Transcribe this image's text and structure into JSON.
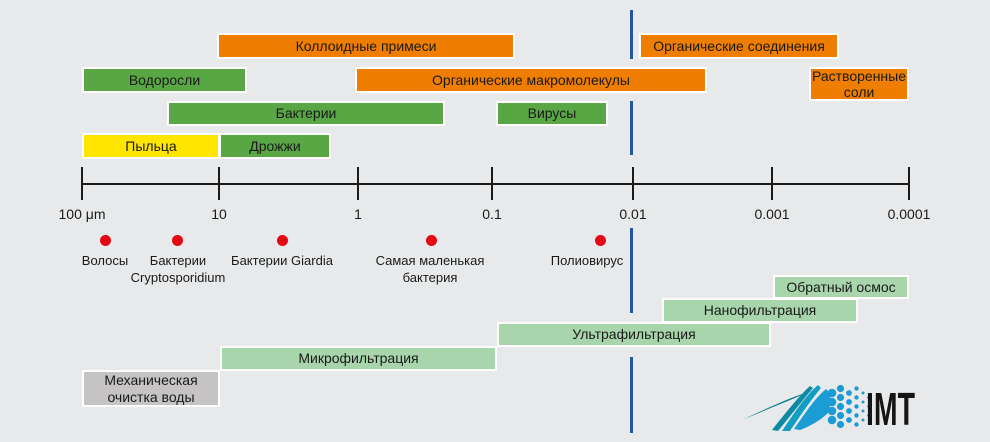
{
  "colors": {
    "background": "#e8e9ea",
    "orange": "#ee7d00",
    "green": "#58a744",
    "yellow": "#ffe500",
    "light_green": "#a8d5ab",
    "gray": "#c5c3c3",
    "blue_line": "#2456a4",
    "red_dot": "#e30613",
    "axis_black": "#1a1a1a",
    "logo_teal": "#0d7f93",
    "logo_blue": "#1b9cd4"
  },
  "axis": {
    "ticks": [
      {
        "label": "100 μm"
      },
      {
        "label": "10"
      },
      {
        "label": "1"
      },
      {
        "label": "0.1"
      },
      {
        "label": "0.01"
      },
      {
        "label": "0.001"
      },
      {
        "label": "0.0001"
      }
    ]
  },
  "substance_bars": [
    {
      "label": "Коллоидные примеси",
      "color": "orange"
    },
    {
      "label": "Органические соединения",
      "color": "orange"
    },
    {
      "label": "Водоросли",
      "color": "green"
    },
    {
      "label": "Органические макромолекулы",
      "color": "orange"
    },
    {
      "label": "Растворенные соли",
      "color": "orange"
    },
    {
      "label": "Бактерии",
      "color": "green"
    },
    {
      "label": "Вирусы",
      "color": "green"
    },
    {
      "label": "Пыльца",
      "color": "yellow"
    },
    {
      "label": "Дрожжи",
      "color": "green"
    }
  ],
  "markers": [
    {
      "label": "Волосы"
    },
    {
      "label": "Бактерии Cryptosporidium"
    },
    {
      "label": "Бактерии Giardia"
    },
    {
      "label": "Самая маленькая бактерия"
    },
    {
      "label": "Полиовирус"
    }
  ],
  "process_bars": [
    {
      "label": "Обратный осмос",
      "color": "light_green"
    },
    {
      "label": "Нанофильтрация",
      "color": "light_green"
    },
    {
      "label": "Ультрафильтрация",
      "color": "light_green"
    },
    {
      "label": "Микрофильтрация",
      "color": "light_green"
    },
    {
      "label": "Механическая очистка воды",
      "color": "gray"
    }
  ],
  "logo": {
    "text": "IMT"
  }
}
